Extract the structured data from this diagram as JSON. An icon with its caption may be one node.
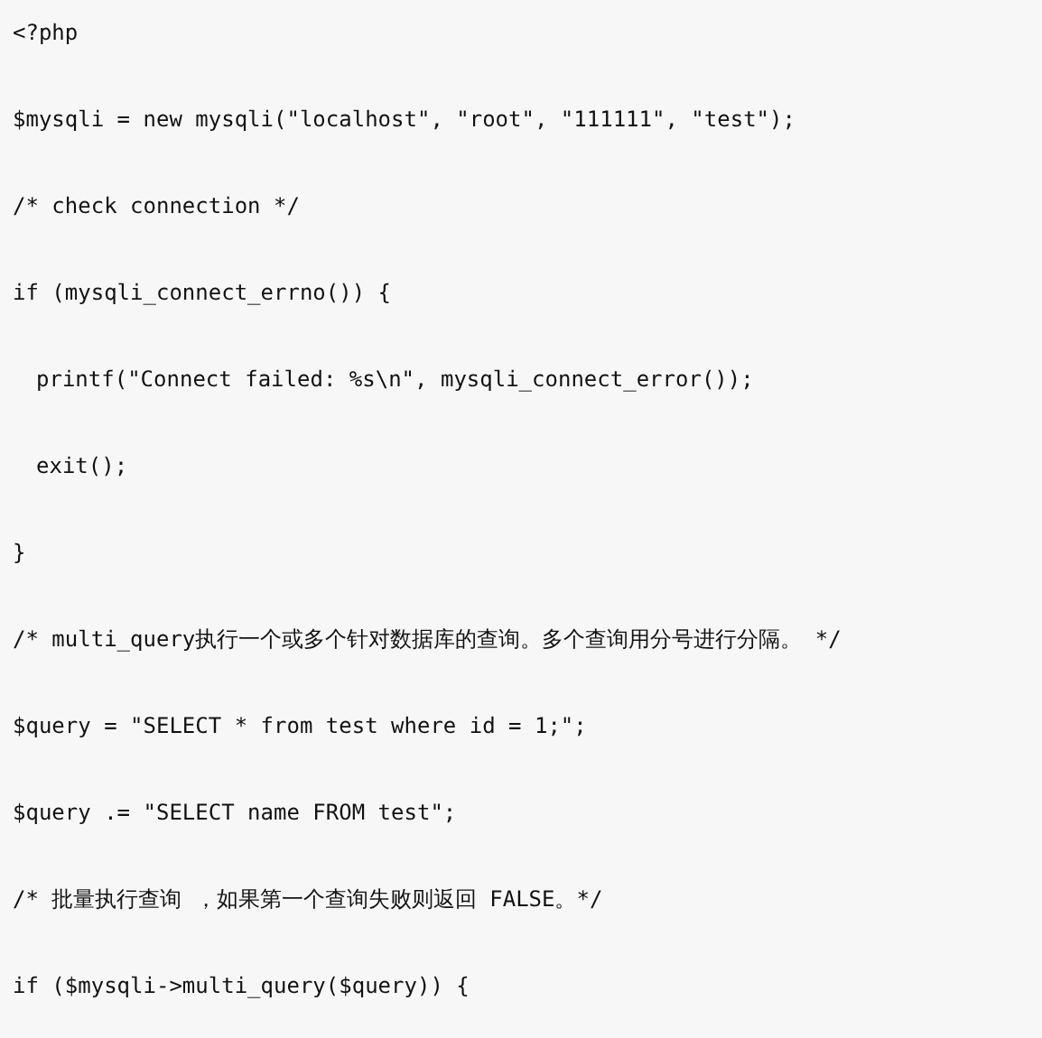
{
  "diagram": {
    "labels": [
      "<?php",
      "$mysqli = new mysqli(\"localhost\", \"root\", \"111111\", \"test\");",
      "/* check connection */",
      "if (mysqli_connect_errno()) {",
      "printf(\"Connect failed: %s\\n\", mysqli_connect_error());",
      "exit();",
      "}",
      "/* multi_query执行一个或多个针对数据库的查询。多个查询用分号进行分隔。 */",
      "$query = \"SELECT * from test where id = 1;\";",
      "$query .= \"SELECT name FROM test\";",
      "/* 批量执行查询 ，如果第一个查询失败则返回 FALSE。*/",
      "if ($mysqli->multi_query($query)) {"
    ]
  }
}
